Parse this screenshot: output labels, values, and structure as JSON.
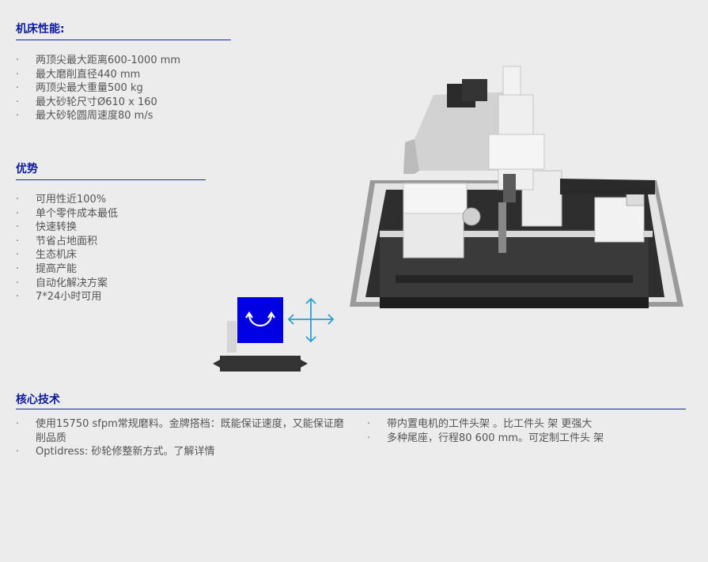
{
  "performance": {
    "title": "机床性能:",
    "items": [
      "两顶尖最大距离600-1000 mm",
      "最大磨削直径440 mm",
      "两顶尖最大重量500 kg",
      "最大砂轮尺寸Ø610 x 160",
      "最大砂轮圆周速度80 m/s"
    ]
  },
  "advantages": {
    "title": "优势",
    "items": [
      "可用性近100%",
      "单个零件成本最低",
      "快速转换",
      "节省占地面积",
      "生态机床",
      "提高产能",
      "自动化解决方案",
      "7*24小时可用"
    ]
  },
  "core": {
    "title": "核心技术",
    "left_items": [
      "使用15750 sfpm常规磨料。金牌搭档：既能保证速度，又能保证磨削品质",
      "Optidress: 砂轮修整新方式。了解详情"
    ],
    "right_items": [
      "带内置电机的工件头架 。比工件头 架 更强大",
      "多种尾座，行程80 600 mm。可定制工件头 架"
    ]
  },
  "bullet_char": "·",
  "colors": {
    "accent": "#0a1a9a",
    "rule": "#1a23b0",
    "diagram_blue": "#0000e0",
    "arrow_cyan": "#2a9fd6"
  },
  "icons": {
    "machine": "grinding-machine-image",
    "rotate": "rotate-arrows-icon",
    "move": "four-way-arrows-icon"
  }
}
